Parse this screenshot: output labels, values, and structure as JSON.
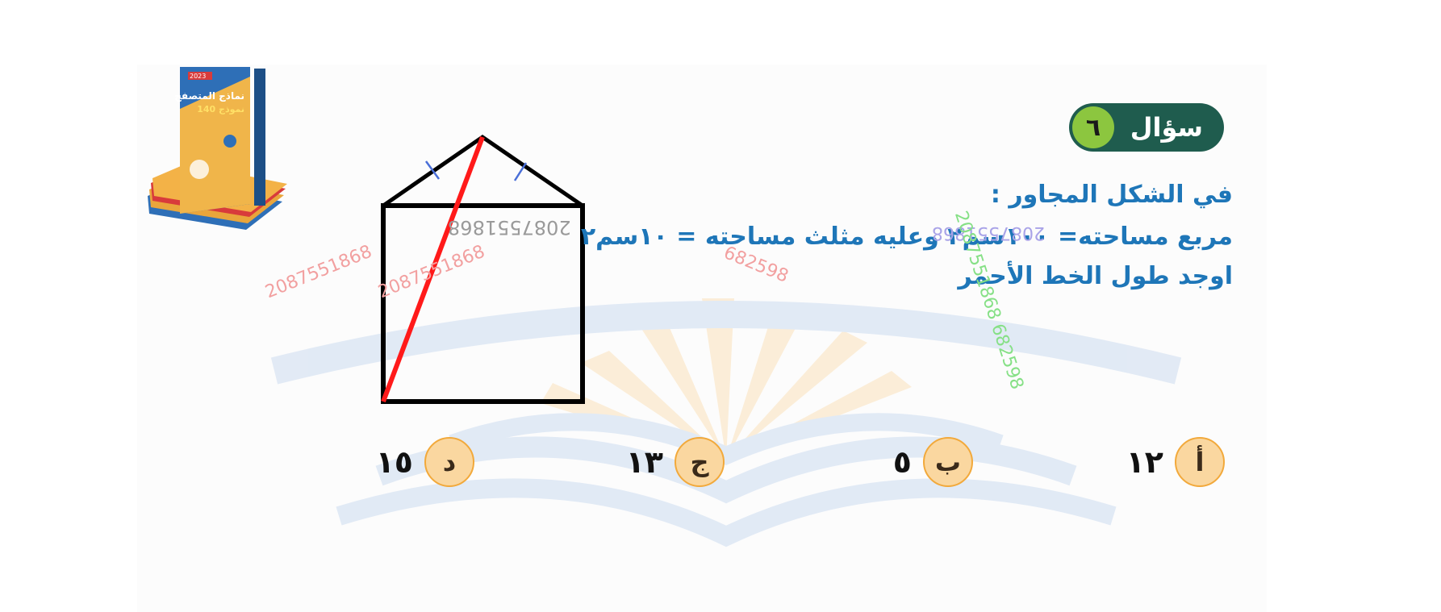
{
  "question": {
    "label": "سؤال",
    "number": "٦",
    "line1": "في الشكل المجاور :",
    "line2": "مربع مساحته= ١٠٠سم٢ وعليه مثلث مساحته = ١٠سم٢",
    "line3": "اوجد طول الخط الأحمر"
  },
  "answers": [
    {
      "letter": "أ",
      "value": "١٢"
    },
    {
      "letter": "ب",
      "value": "٥"
    },
    {
      "letter": "ج",
      "value": "١٣"
    },
    {
      "letter": "د",
      "value": "١٥"
    }
  ],
  "watermarks": [
    "2087551868",
    "2087551868",
    "2087551868",
    "682598",
    "2087551868",
    "2087551868 682598"
  ],
  "book": {
    "year": "2023",
    "title": "نماذج المتصفح",
    "count": "140 نموذج"
  },
  "colors": {
    "badge": "#1f5c4e",
    "badge_number": "#8cc63f",
    "question_text": "#1e76b8",
    "answer_badge_fill": "#fad7a0",
    "answer_badge_border": "#f2a93b",
    "red_line": "#ff1a1a",
    "tick_marks": "#4a6fd8"
  }
}
